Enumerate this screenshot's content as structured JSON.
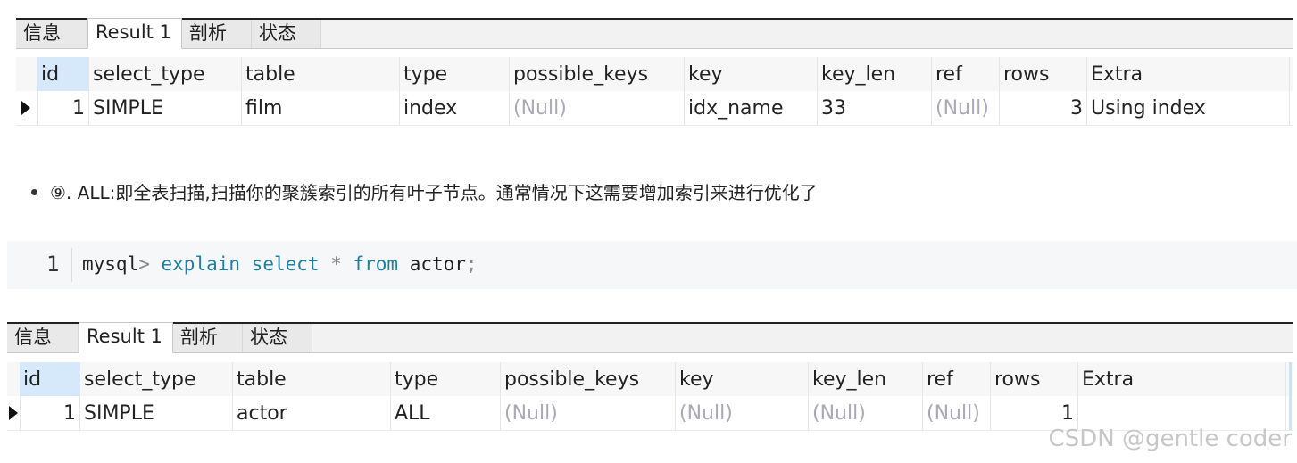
{
  "panel1": {
    "tabs": [
      {
        "label": "信息",
        "active": false
      },
      {
        "label": "Result 1",
        "active": true
      },
      {
        "label": "剖析",
        "active": false
      },
      {
        "label": "状态",
        "active": false
      }
    ],
    "columns": [
      "id",
      "select_type",
      "table",
      "type",
      "possible_keys",
      "key",
      "key_len",
      "ref",
      "rows",
      "Extra"
    ],
    "rows": [
      {
        "id": "1",
        "select_type": "SIMPLE",
        "table": "film",
        "type": "index",
        "possible_keys": "(Null)",
        "key": "idx_name",
        "key_len": "33",
        "ref": "(Null)",
        "rows": "3",
        "Extra": "Using index"
      }
    ]
  },
  "bullet": {
    "text": "⑨. ALL:即全表扫描,扫描你的聚簇索引的所有叶子节点。通常情况下这需要增加索引来进行优化了"
  },
  "code": {
    "line_number": "1",
    "tokens": [
      {
        "text": "mysql",
        "kind": "plain"
      },
      {
        "text": "> ",
        "kind": "op"
      },
      {
        "text": "explain ",
        "kind": "kw"
      },
      {
        "text": "select ",
        "kind": "kw"
      },
      {
        "text": "* ",
        "kind": "op"
      },
      {
        "text": "from ",
        "kind": "kw"
      },
      {
        "text": "actor",
        "kind": "plain"
      },
      {
        "text": ";",
        "kind": "op"
      }
    ]
  },
  "panel2": {
    "tabs": [
      {
        "label": "信息",
        "active": false
      },
      {
        "label": "Result 1",
        "active": true
      },
      {
        "label": "剖析",
        "active": false
      },
      {
        "label": "状态",
        "active": false
      }
    ],
    "columns": [
      "id",
      "select_type",
      "table",
      "type",
      "possible_keys",
      "key",
      "key_len",
      "ref",
      "rows",
      "Extra"
    ],
    "rows": [
      {
        "id": "1",
        "select_type": "SIMPLE",
        "table": "actor",
        "type": "ALL",
        "possible_keys": "(Null)",
        "key": "(Null)",
        "key_len": "(Null)",
        "ref": "(Null)",
        "rows": "1",
        "Extra": ""
      }
    ]
  },
  "watermark": "CSDN @gentle coder",
  "colors": {
    "null_text": "#a9a9b9",
    "header_selected": "#d6e9fb",
    "keyword": "#1c7fa6"
  }
}
